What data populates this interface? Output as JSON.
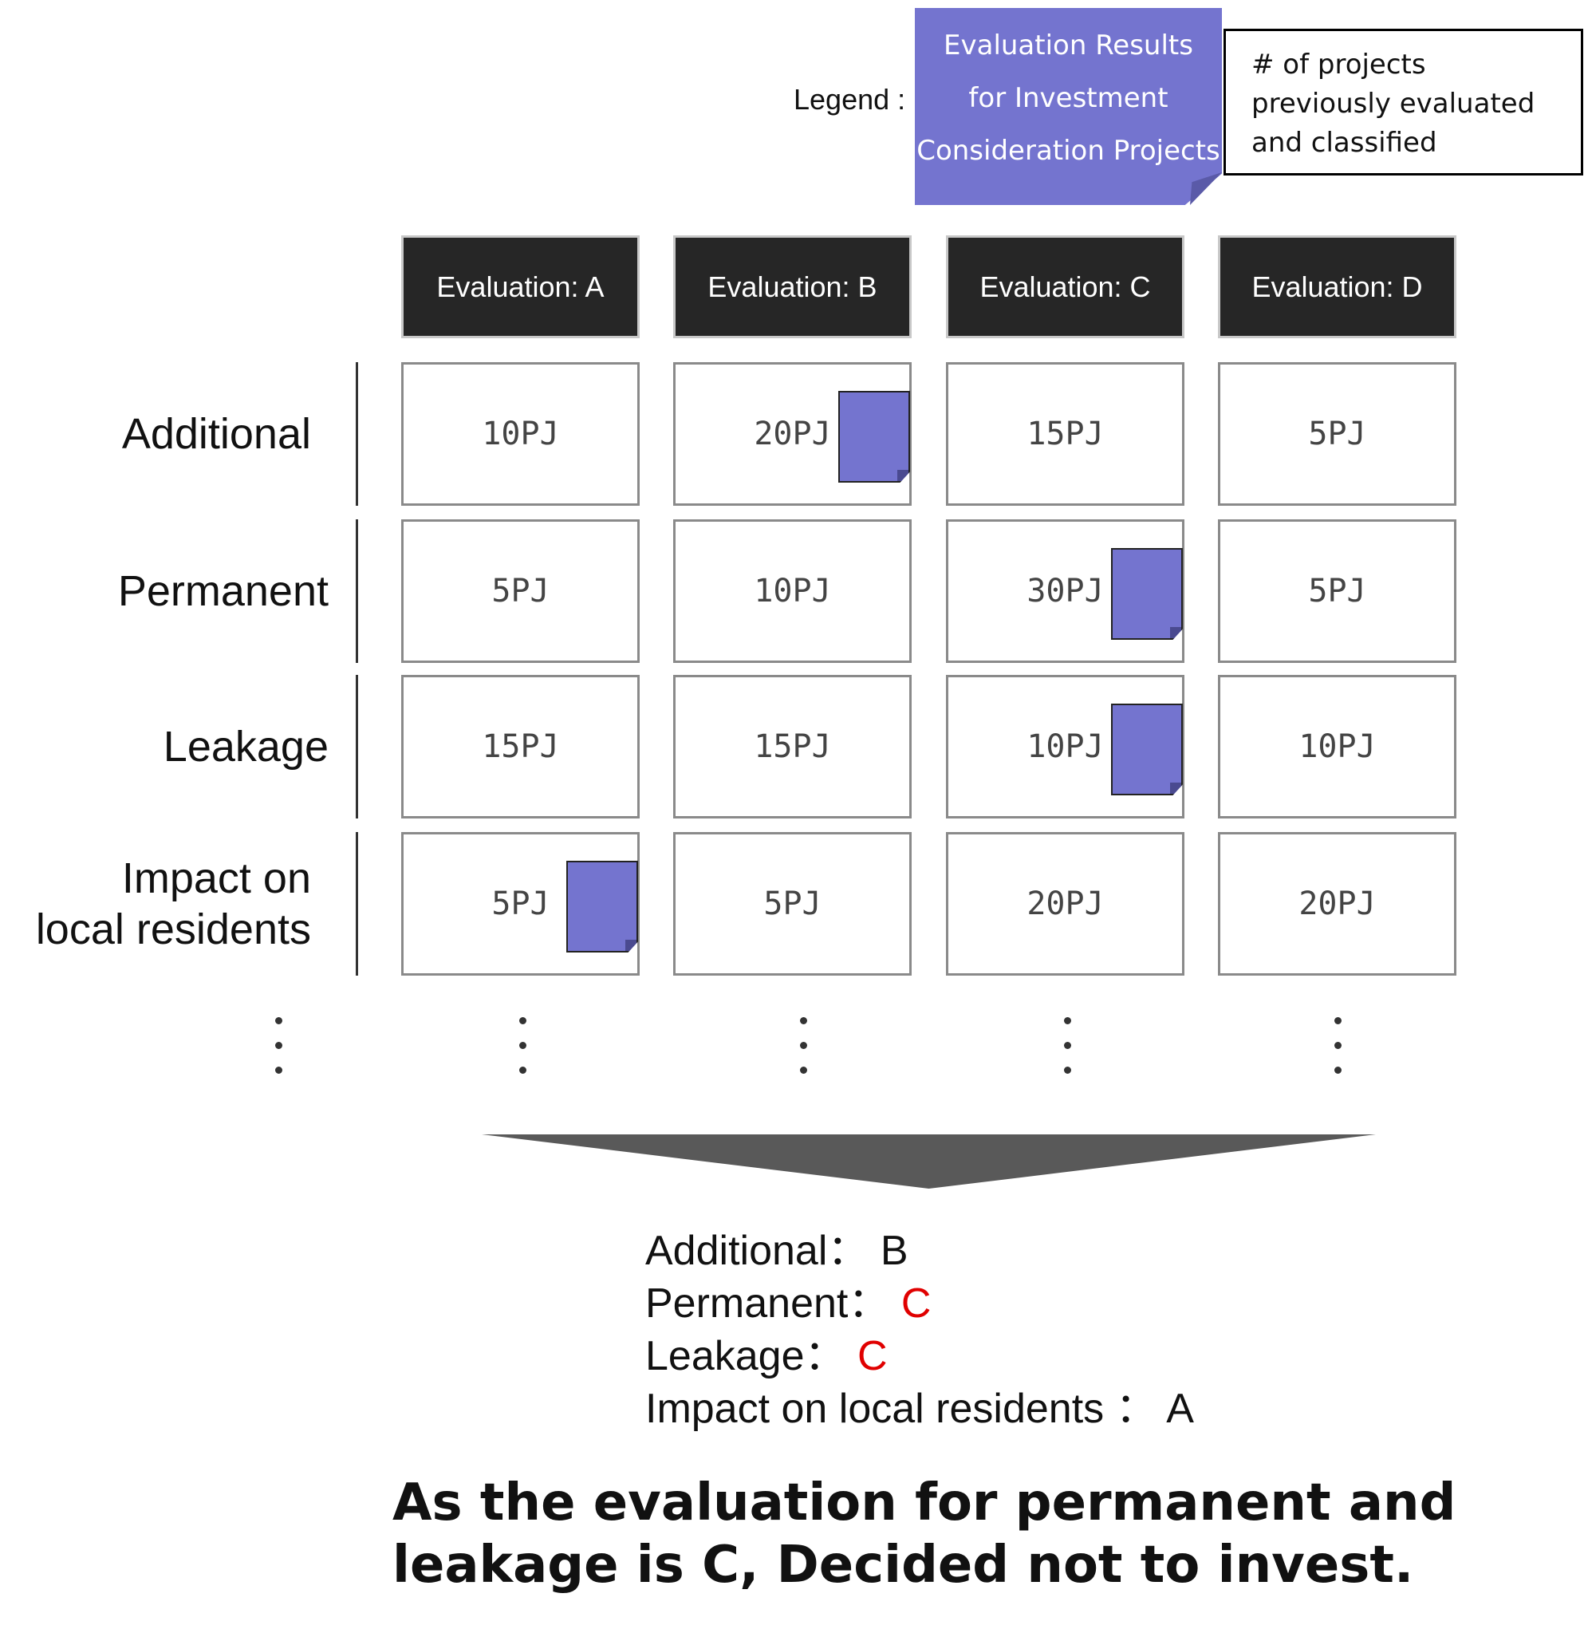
{
  "legend": {
    "label": "Legend :",
    "note_lines": [
      "Evaluation Results",
      "for Investment",
      "Consideration Projects"
    ],
    "desc_lines": [
      "# of projects",
      "previously evaluated",
      "and classified"
    ],
    "note_color": "#7474cf"
  },
  "columns": [
    "Evaluation: A",
    "Evaluation: B",
    "Evaluation: C",
    "Evaluation: D"
  ],
  "rows": [
    {
      "label": [
        "Additional"
      ],
      "values": [
        "10PJ",
        "20PJ",
        "15PJ",
        "5PJ"
      ],
      "marked": 1
    },
    {
      "label": [
        "Permanent"
      ],
      "values": [
        "5PJ",
        "10PJ",
        "30PJ",
        "5PJ"
      ],
      "marked": 2
    },
    {
      "label": [
        "Leakage"
      ],
      "values": [
        "15PJ",
        "15PJ",
        "10PJ",
        "10PJ"
      ],
      "marked": 2
    },
    {
      "label": [
        "Impact on",
        "local residents"
      ],
      "values": [
        "5PJ",
        "5PJ",
        "20PJ",
        "20PJ"
      ],
      "marked": 0
    }
  ],
  "summary": [
    {
      "label": "Additional",
      "sep": "：",
      "grade": "B",
      "highlight": false
    },
    {
      "label": "Permanent",
      "sep": "：",
      "grade": "C",
      "highlight": true
    },
    {
      "label": "Leakage",
      "sep": "：",
      "grade": "C",
      "highlight": true
    },
    {
      "label": "Impact on local residents",
      "sep": " ：",
      "grade": "A",
      "highlight": false
    }
  ],
  "conclusion": [
    "As the evaluation for permanent and",
    "leakage is C, Decided not to invest."
  ],
  "colors": {
    "highlight": "#e00000",
    "header": "#262626"
  }
}
